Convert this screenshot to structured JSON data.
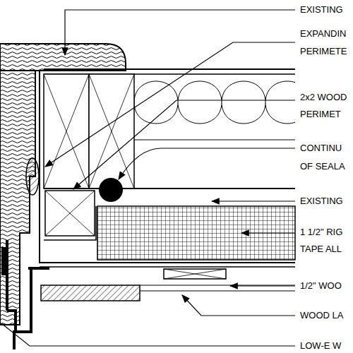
{
  "diagram": {
    "labels": [
      "EXISTING",
      "EXPANDIN",
      "PERIMETE",
      "2x2 WOOD",
      "PERIMET",
      "CONTINU",
      "OF SEALA",
      "EXISTING",
      "1 1/2\" RIG",
      "TAPE ALL",
      "1/2\" WOO",
      "WOOD LA",
      "LOW-E W"
    ]
  }
}
